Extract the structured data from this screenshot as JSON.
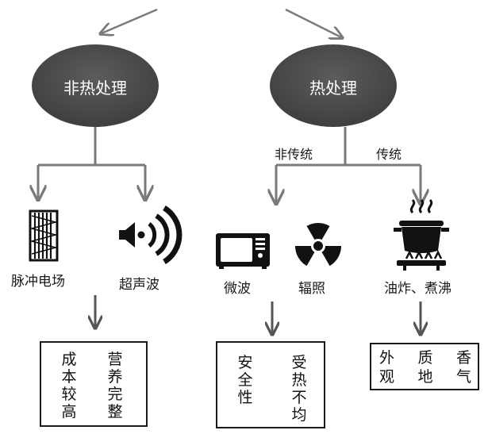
{
  "nodes": {
    "non_thermal": "非热处理",
    "thermal": "热处理"
  },
  "branches": {
    "non_traditional": "非传统",
    "traditional": "传统"
  },
  "methods": {
    "pef": "脉冲电场",
    "ultrasound": "超声波",
    "microwave": "微波",
    "irradiation": "辐照",
    "frying_boiling": "油炸、煮沸"
  },
  "outcomes": {
    "non_thermal": {
      "col1": [
        "成",
        "本",
        "较",
        "高"
      ],
      "col2": [
        "营",
        "养",
        "完",
        "整"
      ]
    },
    "non_traditional": {
      "col1": [
        "安",
        "全",
        "性"
      ],
      "col2": [
        "受",
        "热",
        "不",
        "均"
      ]
    },
    "traditional": {
      "row1": [
        "外",
        "质",
        "香"
      ],
      "row2": [
        "观",
        "地",
        "气"
      ]
    }
  },
  "colors": {
    "node_fill": "#4d4d4d",
    "arrow": "#7a7a7a",
    "dark_arrow": "#555555",
    "icon": "#111111"
  },
  "icons": [
    "pulsed-electric-field-icon",
    "speaker-sound-icon",
    "microwave-oven-icon",
    "radiation-icon",
    "cooking-pot-icon"
  ]
}
